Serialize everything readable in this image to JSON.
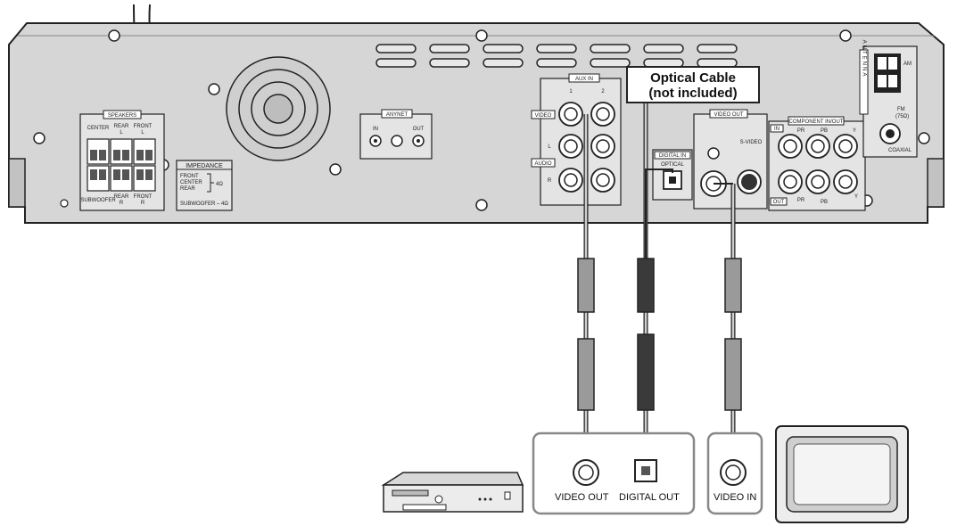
{
  "callout": {
    "line1": "Optical Cable",
    "line2": "(not included)"
  },
  "panel": {
    "speakers": {
      "title": "SPEAKERS",
      "center": "CENTER",
      "rear_l": "REAR",
      "rear_l_sub": "L",
      "front_l": "FRONT",
      "front_l_sub": "L",
      "subwoofer": "SUBWOOFER",
      "rear_r": "REAR",
      "rear_r_sub": "R",
      "front_r": "FRONT",
      "front_r_sub": "R"
    },
    "impedance": {
      "title": "IMPEDANCE",
      "front": "FRONT",
      "center": "CENTER",
      "rear": "REAR",
      "ohm": "4Ω",
      "subwoofer": "SUBWOOFER – 4Ω"
    },
    "anynet": {
      "title": "ANYNET",
      "in": "IN",
      "out": "OUT"
    },
    "aux_in": {
      "title": "AUX IN",
      "ch1": "1",
      "ch2": "2",
      "video": "VIDEO",
      "audio": "AUDIO",
      "l": "L",
      "r": "R"
    },
    "digital_in": {
      "title": "DIGITAL IN",
      "sub": "OPTICAL"
    },
    "video_out": {
      "title": "VIDEO OUT",
      "svideo": "S-VIDEO"
    },
    "component": {
      "title": "COMPONENT IN/OUT",
      "in": "IN",
      "out": "OUT",
      "pr": "PR",
      "pb": "PB",
      "y": "Y"
    },
    "antenna": {
      "title": "ANTENNA",
      "am": "AM",
      "fm": "FM",
      "fm_ohm": "(75Ω)",
      "coaxial": "COAXIAL"
    }
  },
  "external": {
    "video_out": "VIDEO OUT",
    "digital_out": "DIGITAL OUT",
    "video_in": "VIDEO IN"
  }
}
